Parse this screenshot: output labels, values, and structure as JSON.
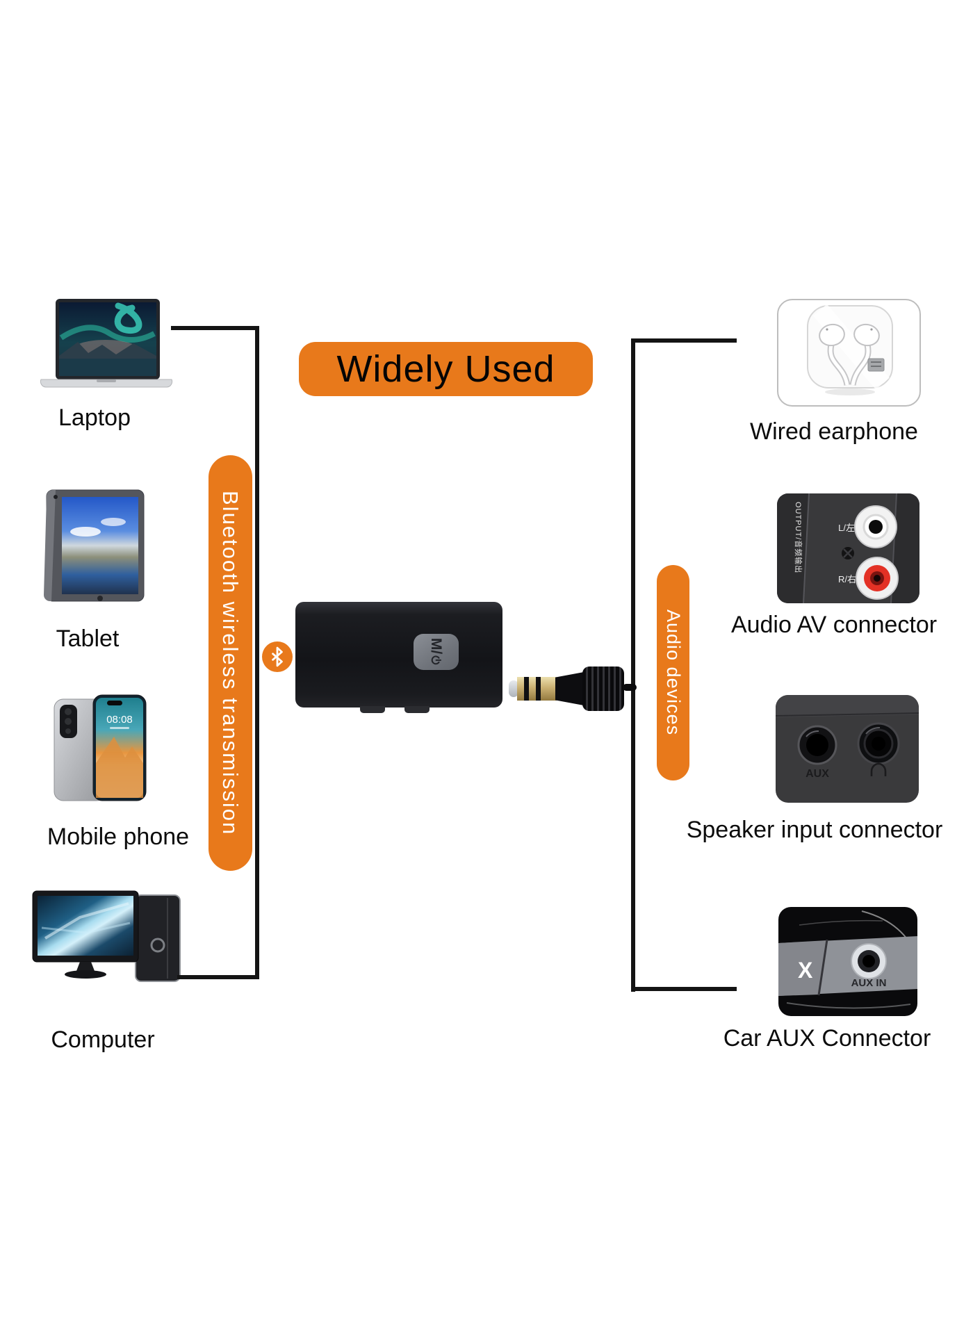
{
  "title": "Widely Used",
  "banner_left": "Bluetooth wireless transmission",
  "banner_right": "Audio devices",
  "colors": {
    "accent": "#E8791B",
    "line": "#141414"
  },
  "source_devices": [
    {
      "id": "laptop",
      "label": "Laptop"
    },
    {
      "id": "tablet",
      "label": "Tablet"
    },
    {
      "id": "mobile-phone",
      "label": "Mobile phone"
    },
    {
      "id": "computer",
      "label": "Computer"
    }
  ],
  "audio_devices": [
    {
      "id": "wired-earphone",
      "label": "Wired earphone"
    },
    {
      "id": "audio-av-connector",
      "label": "Audio AV connector"
    },
    {
      "id": "speaker-input-connector",
      "label": "Speaker input connector"
    },
    {
      "id": "car-aux-connector",
      "label": "Car AUX Connector"
    }
  ],
  "adapter": {
    "button_text": "M/"
  },
  "phone": {
    "clock": "08:08"
  },
  "av_connector": {
    "output_label": "OUTPUT/音频输出",
    "left_label": "L/左",
    "right_label": "R/右"
  },
  "speaker_connector": {
    "aux_label": "AUX"
  },
  "car_connector": {
    "aux_in_label": "AUX IN",
    "partial_label": "X"
  }
}
